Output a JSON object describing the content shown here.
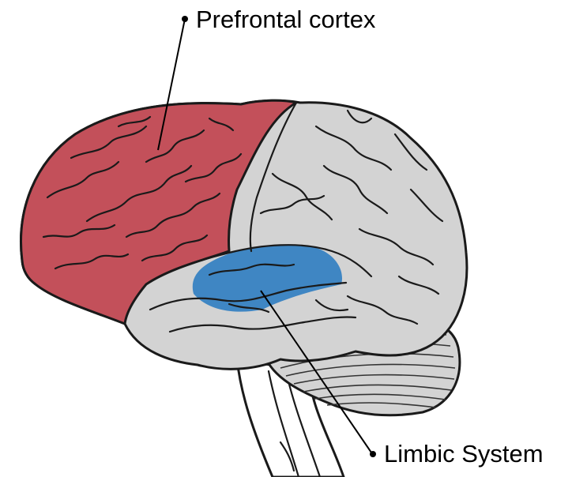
{
  "labels": {
    "prefrontal": "Prefrontal cortex",
    "limbic": "Limbic System"
  },
  "colors": {
    "prefrontal_region": "#c3505a",
    "limbic_region": "#3f86c3",
    "brain_gray": "#d3d3d3",
    "outline": "#1a1a1a",
    "background": "#ffffff"
  },
  "icons": {
    "brain": "brain-lateral-view-illustration"
  }
}
